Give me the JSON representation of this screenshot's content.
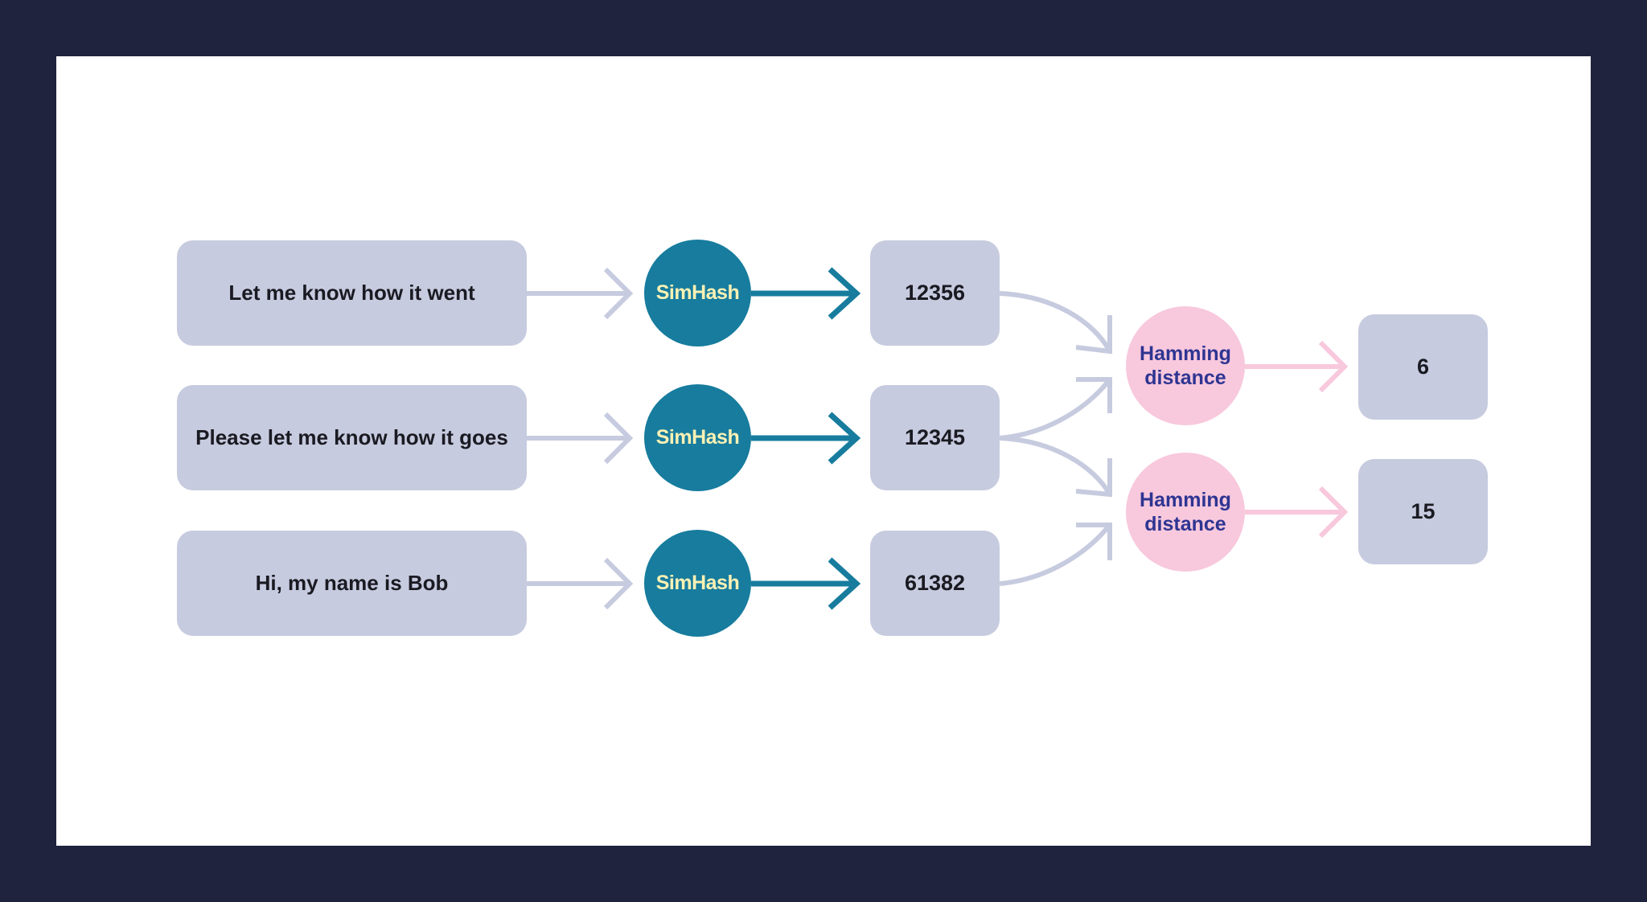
{
  "inputs": [
    {
      "text": "Let me know how it went",
      "hash": "12356"
    },
    {
      "text": "Please let me know how it goes",
      "hash": "12345"
    },
    {
      "text": "Hi, my name is Bob",
      "hash": "61382"
    }
  ],
  "simhash_label": "SimHash",
  "hamming_label": "Hamming distance",
  "distances": [
    {
      "pair": [
        "12356",
        "12345"
      ],
      "value": "6"
    },
    {
      "pair": [
        "12345",
        "61382"
      ],
      "value": "15"
    }
  ],
  "colors": {
    "frame_background": "#1f233d",
    "canvas_background": "#ffffff",
    "box_fill": "#c7cbdf",
    "simhash_fill": "#177c9e",
    "simhash_text": "#fbf1b4",
    "hamming_fill": "#f8c8dd",
    "hamming_text": "#2e3592",
    "input_arrow": "#c7cbdf",
    "hash_arrow": "#177c9e",
    "output_arrow": "#f8c8dd"
  }
}
